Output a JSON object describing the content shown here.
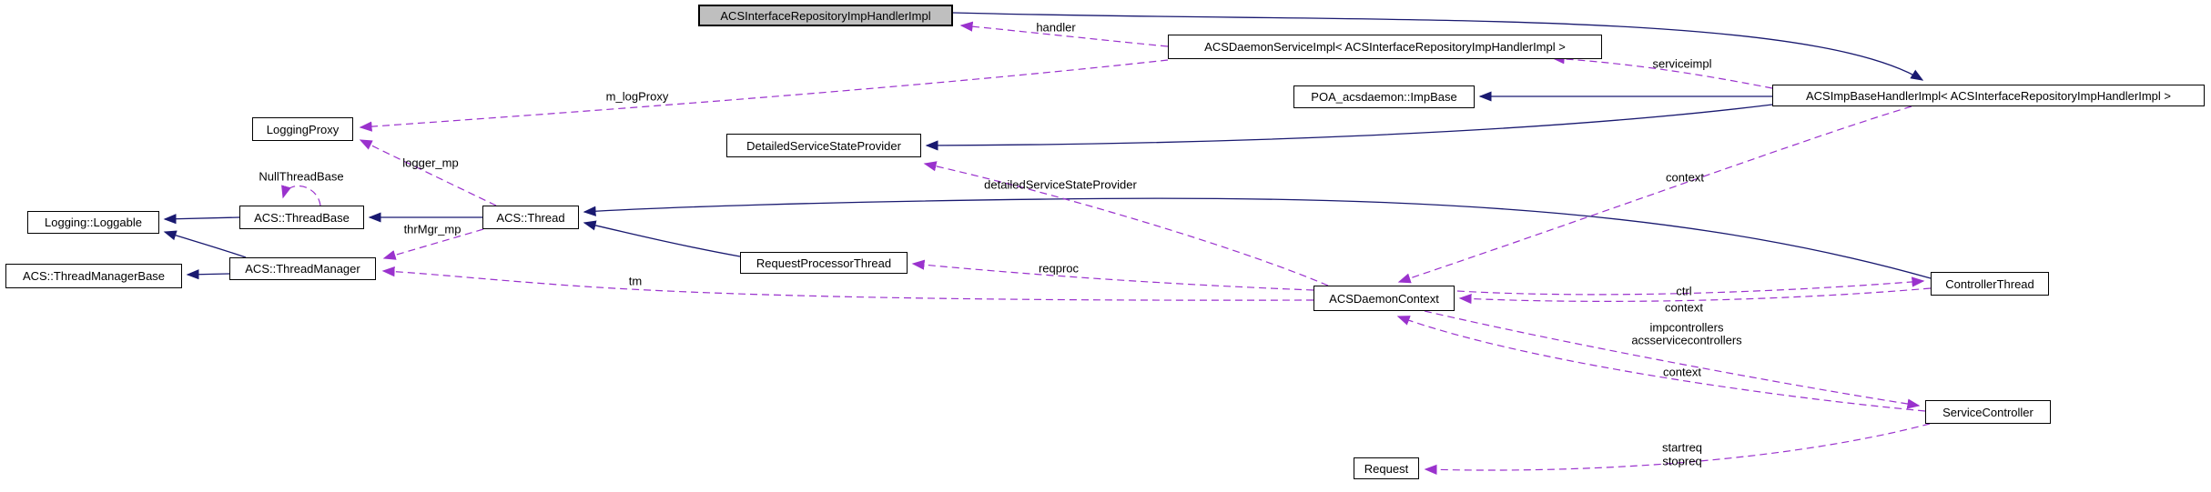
{
  "diagram": {
    "type": "doxygen-collaboration-graph",
    "nodes": {
      "main": {
        "label": "ACSInterfaceRepositoryImpHandlerImpl",
        "highlighted": true
      },
      "daemon_service_impl": {
        "label": "ACSDaemonServiceImpl< ACSInterfaceRepositoryImpHandlerImpl >"
      },
      "poa_impbase": {
        "label": "POA_acsdaemon::ImpBase"
      },
      "imp_base_handler": {
        "label": "ACSImpBaseHandlerImpl< ACSInterfaceRepositoryImpHandlerImpl >"
      },
      "logging_proxy": {
        "label": "LoggingProxy"
      },
      "detailed_service_state_provider": {
        "label": "DetailedServiceStateProvider"
      },
      "thread_base": {
        "label": "ACS::ThreadBase"
      },
      "loggable": {
        "label": "Logging::Loggable"
      },
      "thread": {
        "label": "ACS::Thread"
      },
      "thread_manager_base": {
        "label": "ACS::ThreadManagerBase"
      },
      "thread_manager": {
        "label": "ACS::ThreadManager"
      },
      "request_processor_thread": {
        "label": "RequestProcessorThread"
      },
      "daemon_context": {
        "label": "ACSDaemonContext"
      },
      "controller_thread": {
        "label": "ControllerThread"
      },
      "service_controller": {
        "label": "ServiceController"
      },
      "request": {
        "label": "Request"
      }
    },
    "edge_labels": {
      "handler": "handler",
      "serviceimpl": "serviceimpl",
      "m_logproxy": "m_logProxy",
      "logger_mp": "logger_mp",
      "null_thread_base": "NullThreadBase",
      "thrmgr_mp": "thrMgr_mp",
      "tm": "tm",
      "reqproc": "reqproc",
      "detailed_ssp": "detailedServiceStateProvider",
      "context_impbase": "context",
      "ctrl": "ctrl",
      "context_controller": "context",
      "impcontrollers": "impcontrollers",
      "acsservicecontrollers": "acsservicecontrollers",
      "context_service": "context",
      "startreq": "startreq",
      "stopreq": "stopreq"
    },
    "colors": {
      "inheritance_edge": "#191970",
      "usage_edge": "#9a32cd",
      "node_border": "#000000",
      "node_fill": "#ffffff",
      "highlight_fill": "#bfbfbf",
      "background": "#ffffff"
    }
  }
}
